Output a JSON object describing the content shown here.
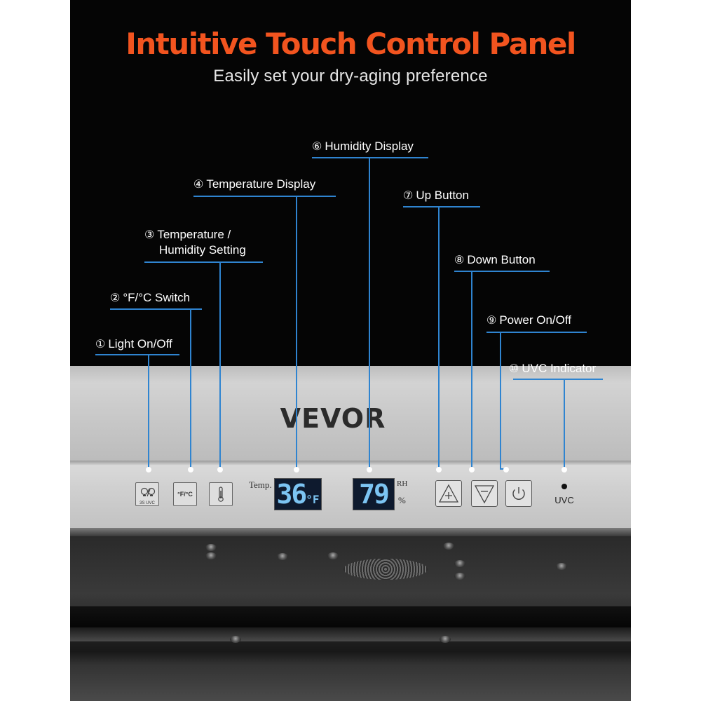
{
  "header": {
    "title": "Intuitive Touch Control Panel",
    "subtitle": "Easily set your dry-aging preference"
  },
  "callouts": [
    {
      "num": "①",
      "label": "Light On/Off"
    },
    {
      "num": "②",
      "label": "°F/°C Switch"
    },
    {
      "num": "③",
      "label": "Temperature /",
      "label2": "Humidity Setting"
    },
    {
      "num": "④",
      "label": "Temperature Display"
    },
    {
      "num": "⑥",
      "label": "Humidity Display"
    },
    {
      "num": "⑦",
      "label": "Up Button"
    },
    {
      "num": "⑧",
      "label": "Down Button"
    },
    {
      "num": "⑨",
      "label": "Power On/Off"
    },
    {
      "num": "⑩",
      "label": "UVC Indicator"
    }
  ],
  "panel": {
    "brand": "VEVOR",
    "light_button_sub": "3S UVC",
    "unit_button": "°F/°C",
    "temp_label": "Temp.",
    "temp_value": "36",
    "temp_unit": "°F",
    "humidity_value": "79",
    "humidity_label": "RH",
    "humidity_unit": "%",
    "uvc_label": "UVC"
  },
  "colors": {
    "title": "#f2541f",
    "callout_line": "#2f84d0",
    "lcd_digits": "#7cc4f2"
  },
  "icons": [
    "bulb-icon",
    "thermometer-icon",
    "up-arrow-icon",
    "down-arrow-icon",
    "power-icon"
  ]
}
